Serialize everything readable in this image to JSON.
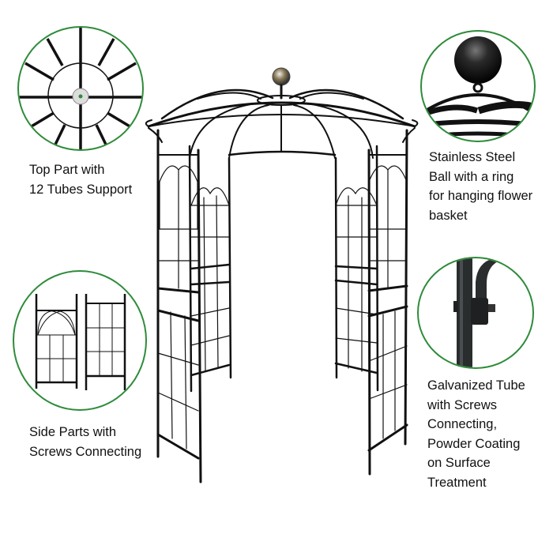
{
  "product": {
    "name": "Metal Gazebo Garden Arbor",
    "frame_color": "#111111",
    "callout_border_color": "#2e8b3a",
    "finial_color": "#8a7a55"
  },
  "callouts": [
    {
      "id": "top-part",
      "label": "Top Part with 12 Tubes Support",
      "lines": [
        "Top Part with",
        "12 Tubes Support"
      ]
    },
    {
      "id": "steel-ball",
      "label": "Stainless Steel Ball with a ring for hanging flower basket",
      "lines": [
        "Stainless Steel",
        "Ball with a ring",
        "for hanging flower",
        "basket"
      ]
    },
    {
      "id": "side-parts",
      "label": "Side Parts with Screws Connecting",
      "lines": [
        "Side Parts with",
        "Screws Connecting"
      ]
    },
    {
      "id": "galvanized-tube",
      "label": "Galvanized Tube with Screws Connecting, Powder Coating on Surface Treatment",
      "lines": [
        "Galvanized Tube",
        "with Screws",
        "Connecting,",
        "Powder Coating",
        "on Surface",
        "Treatment"
      ]
    }
  ]
}
